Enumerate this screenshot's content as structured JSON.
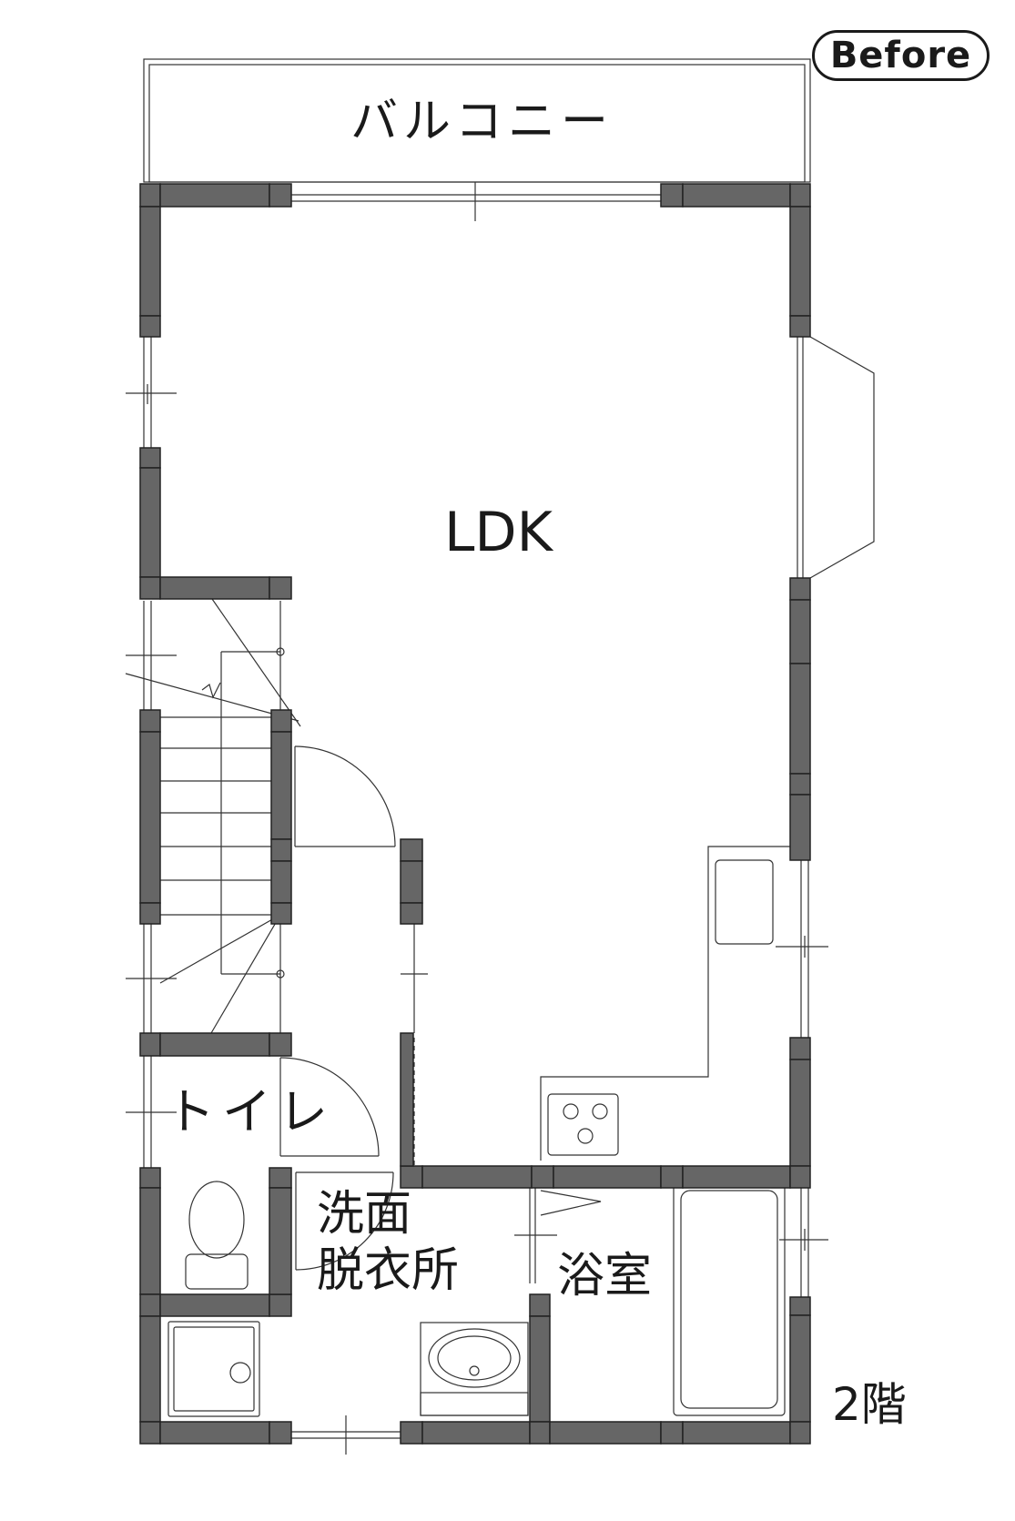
{
  "badge": "Before",
  "floor_label": "2階",
  "rooms": {
    "balcony": "バルコニー",
    "ldk": "LDK",
    "toilet": "トイレ",
    "washroom_line1": "洗面",
    "washroom_line2": "脱衣所",
    "bathroom": "浴室"
  },
  "colors": {
    "wall": "#666666",
    "wall_stroke": "#222222",
    "line": "#333333"
  }
}
